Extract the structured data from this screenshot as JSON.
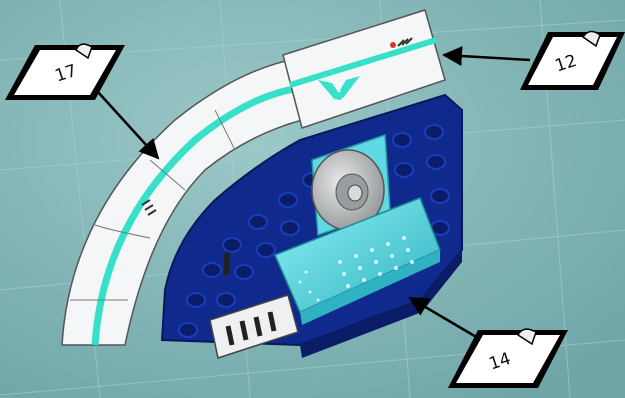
{
  "callouts": [
    {
      "id": "left",
      "label": "17"
    },
    {
      "id": "top-right",
      "label": "12"
    },
    {
      "id": "bottom-right",
      "label": "14"
    }
  ],
  "colors": {
    "background": "#7fb3b4",
    "grid_line": "#a6cfd0",
    "brick_blue": "#0f2a8c",
    "brick_blue_dark": "#0a1d66",
    "tile_white": "#f4f6f7",
    "stripe_cyan": "#37e0c9",
    "trans_light_blue": "#5fd9e2",
    "trans_light_blue_dark": "#2fb3c2",
    "dish_gray": "#b4b7b9",
    "accent_red": "#d23a2a"
  }
}
